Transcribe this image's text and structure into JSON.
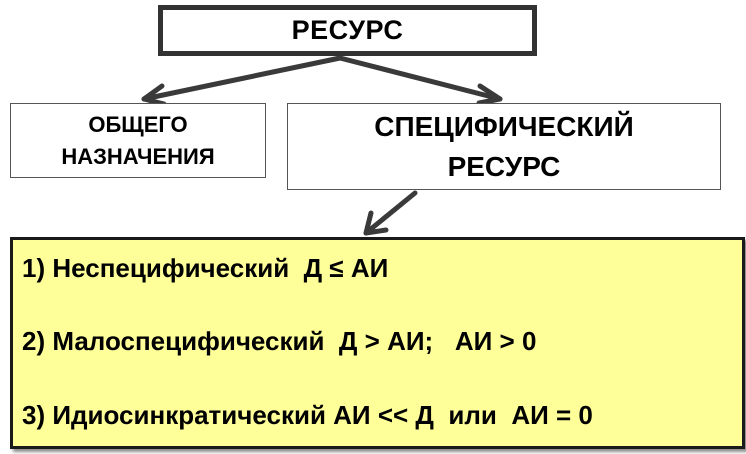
{
  "root": {
    "label": "РЕСУРС"
  },
  "general": {
    "lines": [
      "ОБЩЕГО",
      "НАЗНАЧЕНИЯ"
    ]
  },
  "specific": {
    "lines": [
      "СПЕЦИФИЧЕСКИЙ",
      "РЕСУРС"
    ]
  },
  "types": {
    "items": [
      "1) Неспецифический  Д ≤ АИ",
      "2) Малоспецифический  Д > АИ;   АИ > 0",
      "3) Идиосинкратический АИ << Д  или  АИ = 0"
    ]
  },
  "colors": {
    "types_background": "#ffff99",
    "arrow": "#3a3a3a"
  }
}
